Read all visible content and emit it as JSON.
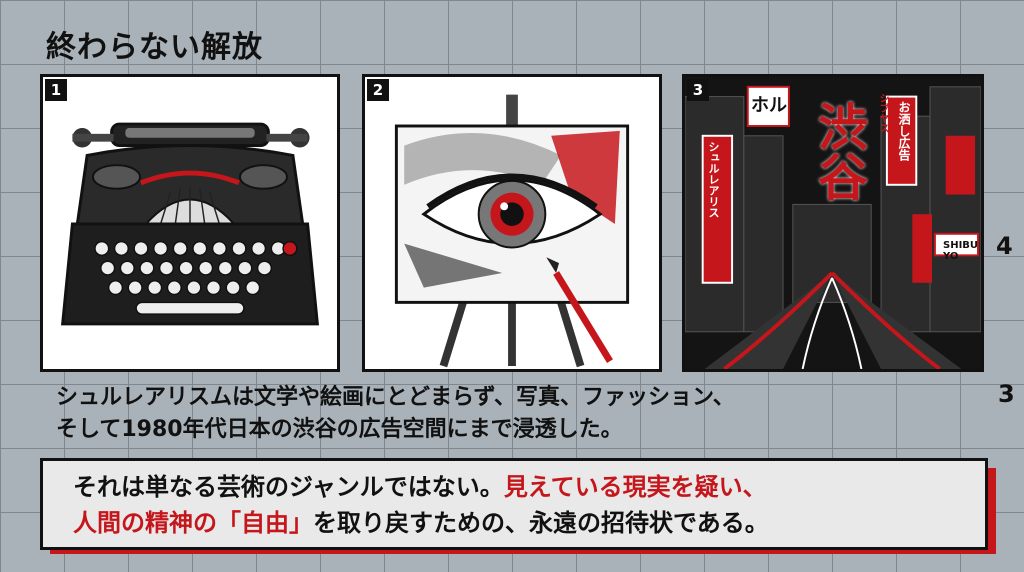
{
  "title": "終わらない解放",
  "panels": [
    {
      "number": "1",
      "icon": "typewriter-icon"
    },
    {
      "number": "2",
      "icon": "eye-painting-icon"
    },
    {
      "number": "3",
      "icon": "shibuya-street-icon",
      "signs": {
        "big": "渋谷",
        "hol": "ホル",
        "surreal_v": "シュルレアリス",
        "shibuya_kana_v": "シブヤス",
        "ads_v": "お洒し広告",
        "shibuyo": "SHIBU YO"
      }
    }
  ],
  "side_numbers": {
    "right_upper": "4",
    "right_lower": "3"
  },
  "caption": {
    "line1": "シュルレアリスムは文学や絵画にとどまらず、写真、ファッション、",
    "line2": "そして1980年代日本の渋谷の広告空間にまで浸透した。"
  },
  "quote": {
    "line1_black": "それは単なる芸術のジャンルではない。",
    "line1_red": "見えている現実を疑い、",
    "line2_red": "人間の精神の「自由」",
    "line2_black": "を取り戻すための、永遠の招待状である。"
  },
  "colors": {
    "accent": "#c5171b",
    "ink": "#111111",
    "background": "#a9b2b8"
  }
}
